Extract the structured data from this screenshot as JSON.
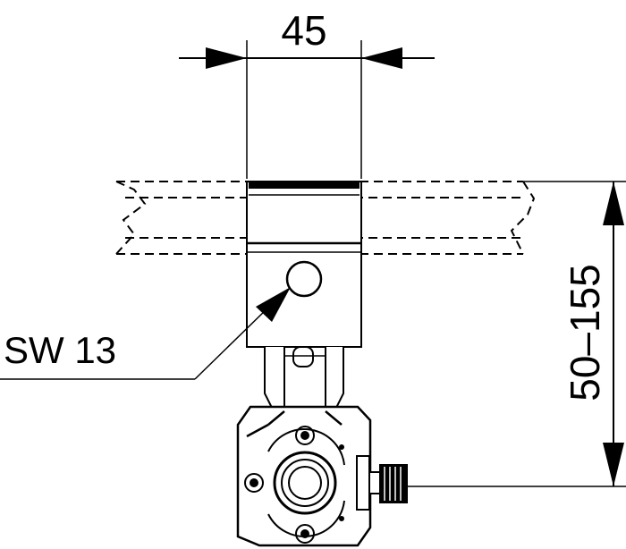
{
  "dimensions": {
    "width_label": "45",
    "height_label": "50–155",
    "wrench_label": "SW 13"
  },
  "colors": {
    "line": "#000000",
    "background": "#ffffff"
  }
}
